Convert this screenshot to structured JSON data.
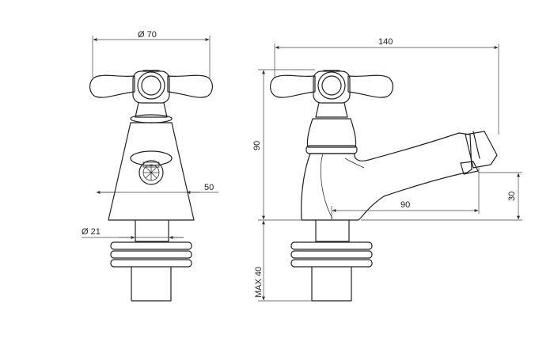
{
  "drawing": {
    "front_view": {
      "diameter_top": "Ø 70",
      "base_width": "50",
      "diameter_stem": "Ø 21"
    },
    "side_view": {
      "overall_length": "140",
      "height": "90",
      "spout_reach": "90",
      "spout_height": "30",
      "max_stem": "MAX 40"
    }
  }
}
